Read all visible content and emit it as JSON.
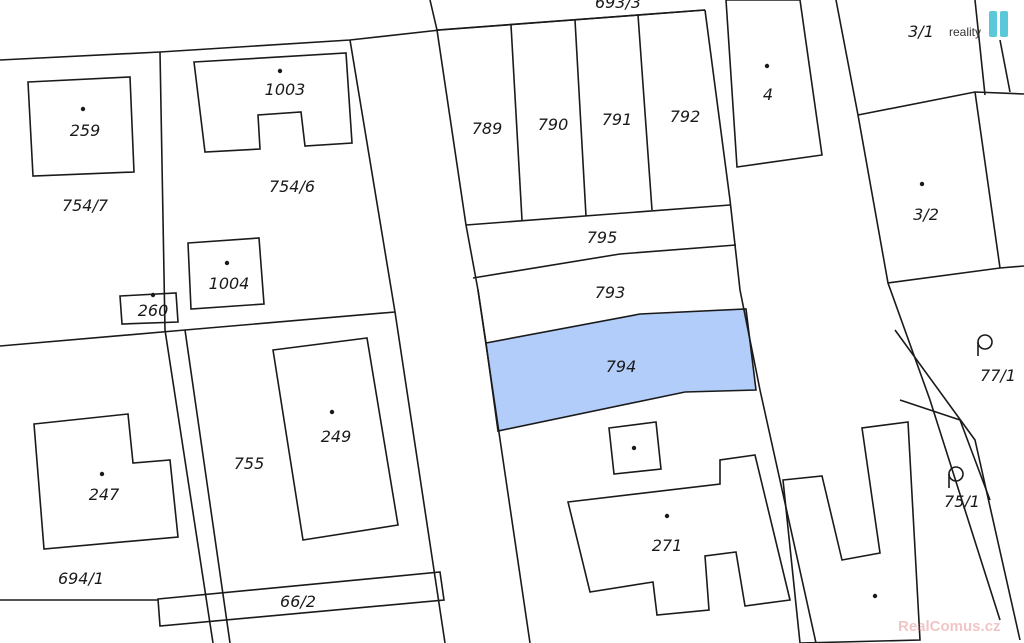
{
  "map": {
    "highlight_color": "#b3cdfa",
    "line_color": "#1a1a1a",
    "parcels": [
      {
        "id": "p693-3",
        "label": "693/3"
      },
      {
        "id": "p789",
        "label": "789"
      },
      {
        "id": "p790",
        "label": "790"
      },
      {
        "id": "p791",
        "label": "791"
      },
      {
        "id": "p792",
        "label": "792"
      },
      {
        "id": "p795",
        "label": "795"
      },
      {
        "id": "p793",
        "label": "793"
      },
      {
        "id": "p794",
        "label": "794",
        "highlighted": true
      },
      {
        "id": "p4",
        "label": "4"
      },
      {
        "id": "p3-1",
        "label": "3/1"
      },
      {
        "id": "p3-2",
        "label": "3/2"
      },
      {
        "id": "p77-1",
        "label": "77/1"
      },
      {
        "id": "p75-1",
        "label": "75/1"
      },
      {
        "id": "p271",
        "label": "271"
      },
      {
        "id": "p1003",
        "label": "1003"
      },
      {
        "id": "p259",
        "label": "259"
      },
      {
        "id": "p754-7",
        "label": "754/7"
      },
      {
        "id": "p754-6",
        "label": "754/6"
      },
      {
        "id": "p1004",
        "label": "1004"
      },
      {
        "id": "p260",
        "label": "260"
      },
      {
        "id": "p249",
        "label": "249"
      },
      {
        "id": "p755",
        "label": "755"
      },
      {
        "id": "p247",
        "label": "247"
      },
      {
        "id": "p694-1",
        "label": "694/1"
      },
      {
        "id": "p66-2",
        "label": "66/2"
      }
    ]
  },
  "logo": {
    "text": "reality",
    "color": "#5ac8d8"
  },
  "watermark": {
    "text": "RealComus.cz"
  }
}
